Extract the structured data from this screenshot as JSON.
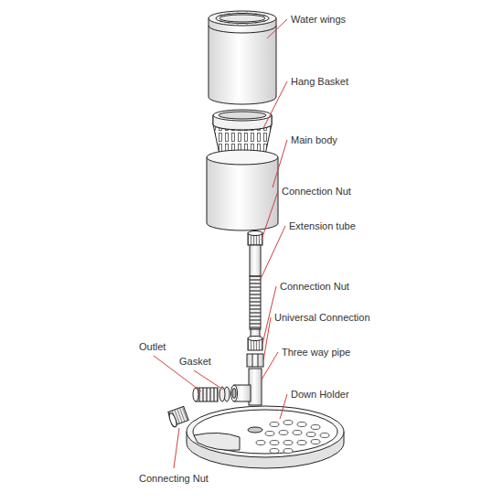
{
  "diagram": {
    "labels": [
      "Water wings",
      "Hang Basket",
      "Main body",
      "Connection Nut",
      "Extension tube",
      "Connection Nut",
      "Universal Connection",
      "Three way pipe",
      "Down Holder",
      "Outlet",
      "Gasket",
      "Connecting Nut"
    ]
  }
}
